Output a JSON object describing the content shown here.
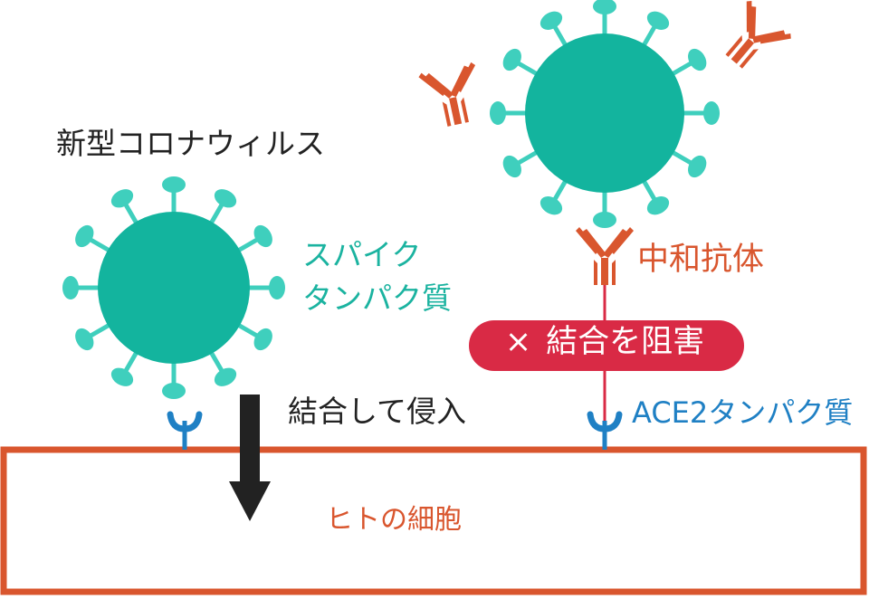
{
  "labels": {
    "virus": "新型コロナウィルス",
    "spike_line1": "スパイク",
    "spike_line2": "タンパク質",
    "bind_invade": "結合して侵入",
    "neutralizing_antibody": "中和抗体",
    "block_mark": "×",
    "block_text": "結合を阻害",
    "ace2": "ACE2タンパク質",
    "human_cell": "ヒトの細胞"
  },
  "colors": {
    "virus": "#13b49e",
    "spike": "#3fcfbd",
    "antibody": "#d9562e",
    "ace2": "#1f80c4",
    "block": "#d92a45",
    "cell_border": "#d9562e",
    "arrow": "#222222"
  }
}
